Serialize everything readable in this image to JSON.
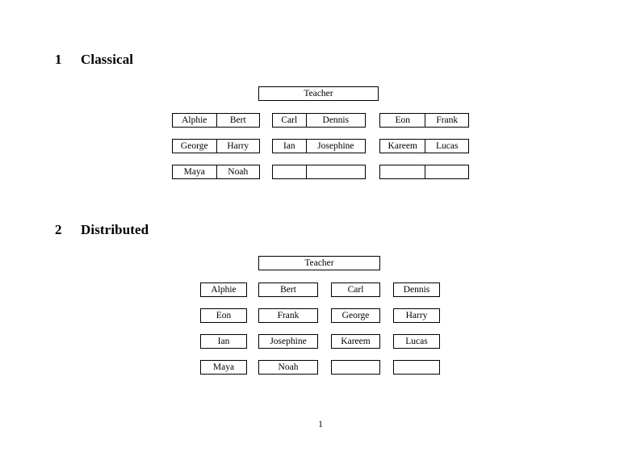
{
  "page": {
    "page_number": "1"
  },
  "sections": [
    {
      "number": "1",
      "title": "Classical",
      "teacher_label": "Teacher",
      "groups": [
        {
          "rows": [
            {
              "left": "Alphie",
              "right": "Bert"
            },
            {
              "left": "George",
              "right": "Harry"
            },
            {
              "left": "Maya",
              "right": "Noah"
            }
          ]
        },
        {
          "rows": [
            {
              "left": "Carl",
              "right": "Dennis"
            },
            {
              "left": "Ian",
              "right": "Josephine"
            },
            {
              "left": "",
              "right": ""
            }
          ]
        },
        {
          "rows": [
            {
              "left": "Eon",
              "right": "Frank"
            },
            {
              "left": "Kareem",
              "right": "Lucas"
            },
            {
              "left": "",
              "right": ""
            }
          ]
        }
      ]
    },
    {
      "number": "2",
      "title": "Distributed",
      "teacher_label": "Teacher",
      "rows": [
        [
          "Alphie",
          "Bert",
          "Carl",
          "Dennis"
        ],
        [
          "Eon",
          "Frank",
          "George",
          "Harry"
        ],
        [
          "Ian",
          "Josephine",
          "Kareem",
          "Lucas"
        ],
        [
          "Maya",
          "Noah",
          "",
          ""
        ]
      ]
    }
  ],
  "style": {
    "border_color": "#000000",
    "background_color": "#ffffff",
    "text_color": "#000000"
  }
}
